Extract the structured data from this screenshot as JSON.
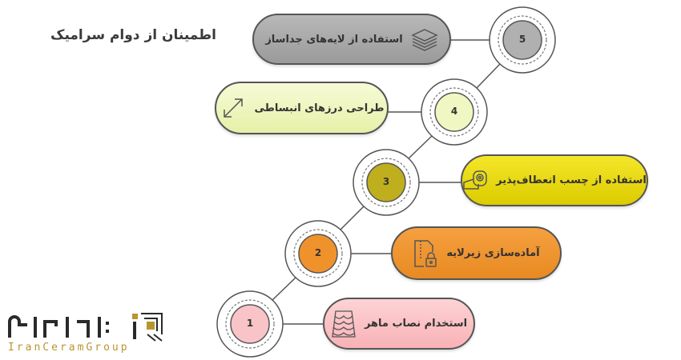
{
  "title": "اطمینان از دوام سرامیک",
  "steps": [
    {
      "number": "1",
      "label": "استخدام نصاب ماهر",
      "icon": "tile-scales-icon",
      "color": "#fbc5c8",
      "circle_color": "#f9c4c7"
    },
    {
      "number": "2",
      "label": "آماده‌سازی زیرلایه",
      "icon": "zip-file-lock-icon",
      "color": "#f29634",
      "circle_color": "#f0922c"
    },
    {
      "number": "3",
      "label": "استفاده از چسب انعطاف‌پذیر",
      "icon": "tape-icon",
      "color": "#ecdc10",
      "circle_color": "#bfae1e"
    },
    {
      "number": "4",
      "label": "طراحی درزهای انبساطی",
      "icon": "expand-arrows-icon",
      "color": "#eef6c0",
      "circle_color": "#f0f7c2"
    },
    {
      "number": "5",
      "label": "استفاده از لایه‌های جداساز",
      "icon": "layers-icon",
      "color": "#a8a8a8",
      "circle_color": "#b0b0b0"
    }
  ],
  "logo": {
    "brand_text": "IranCeramGroup",
    "accent": "#b8962e",
    "dark": "#2a2a2a"
  }
}
